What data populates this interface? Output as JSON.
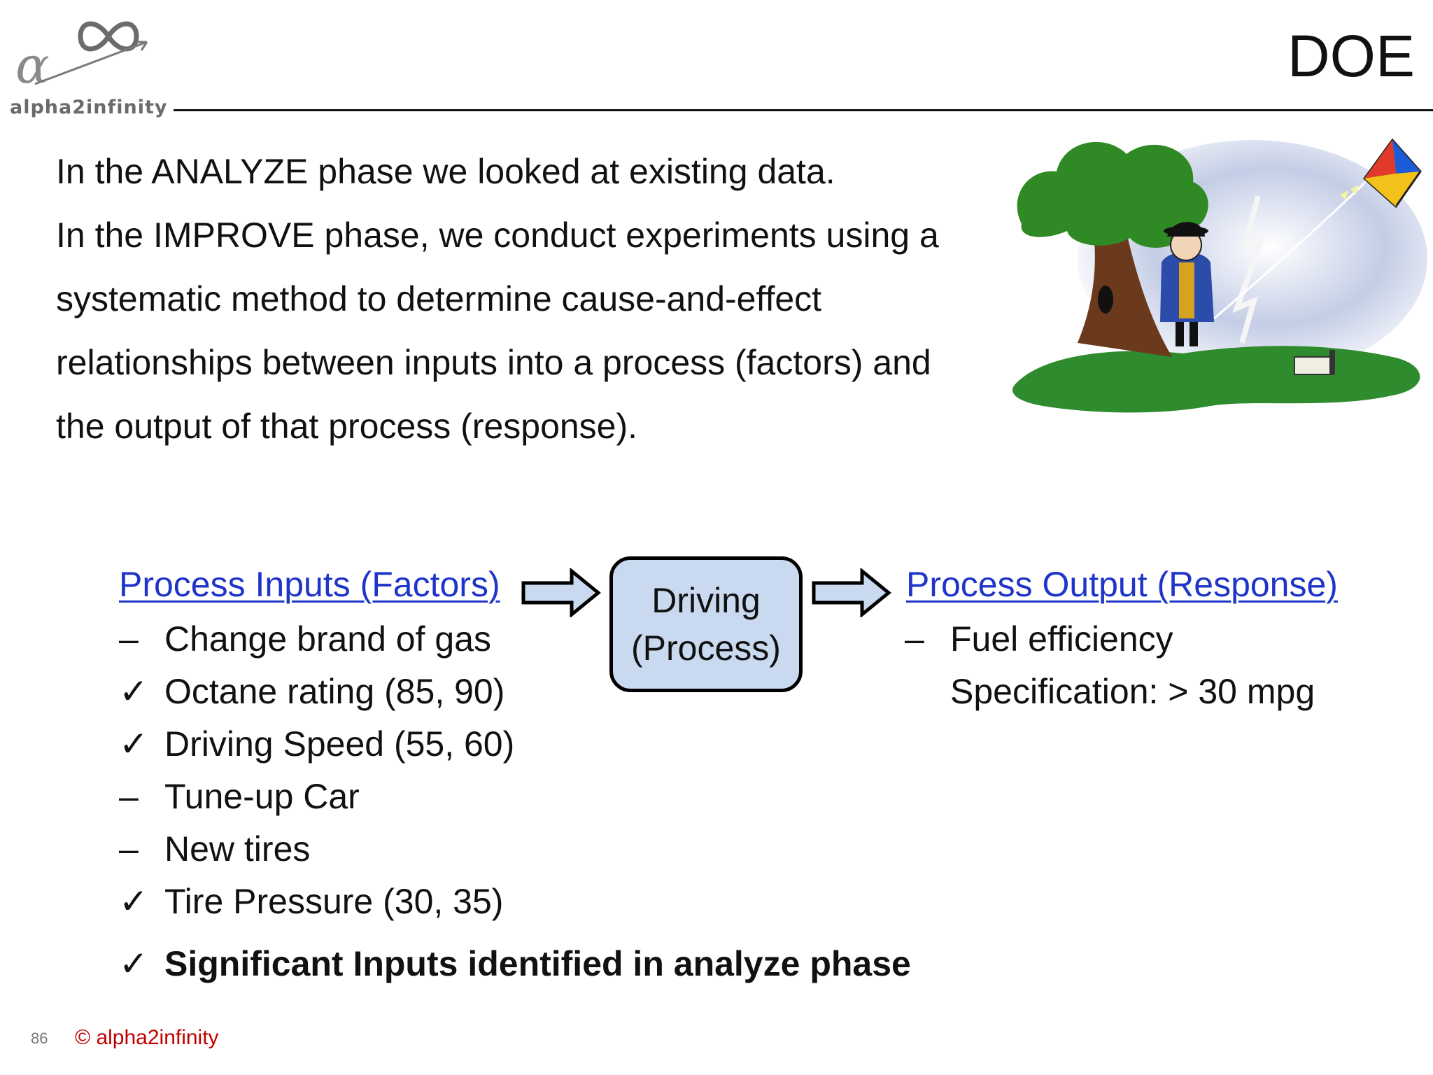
{
  "brand": {
    "logo_text": "alpha2infinity"
  },
  "slide": {
    "title": "DOE"
  },
  "intro": [
    "In the ANALYZE phase we looked at existing data.",
    "In the IMPROVE phase, we conduct experiments using a",
    "systematic method to determine cause-and-effect",
    "relationships between inputs into a process (factors) and",
    "the output of that process (response)."
  ],
  "inputs": {
    "heading": "Process Inputs (Factors)",
    "items": [
      {
        "mark": "–",
        "text": "Change brand of gas"
      },
      {
        "mark": "✓",
        "text": "Octane rating (85, 90)"
      },
      {
        "mark": "✓",
        "text": "Driving Speed (55, 60)"
      },
      {
        "mark": "–",
        "text": "Tune-up Car"
      },
      {
        "mark": "–",
        "text": "New tires"
      },
      {
        "mark": "✓",
        "text": "Tire Pressure (30, 35)"
      }
    ]
  },
  "process": {
    "line1": "Driving",
    "line2": "(Process)"
  },
  "output": {
    "heading": "Process Output (Response)",
    "items": [
      {
        "mark": "–",
        "text": "Fuel efficiency"
      },
      {
        "mark": "",
        "text": "Specification: > 30 mpg"
      }
    ]
  },
  "summary": {
    "mark": "✓",
    "text": "Significant Inputs identified in analyze phase"
  },
  "footer": {
    "page": "86",
    "copyright": "© alpha2infinity"
  },
  "icons": [
    "infinity-logo-icon",
    "alpha-logo-icon",
    "right-arrow-icon",
    "check-icon"
  ],
  "colors": {
    "link": "#1f35c9",
    "process_fill": "#c9d9f0",
    "arrow_fill": "#c9d9f0",
    "copyright": "#c00000",
    "grass": "#2e8b2e",
    "tree": "#2f8a25"
  }
}
